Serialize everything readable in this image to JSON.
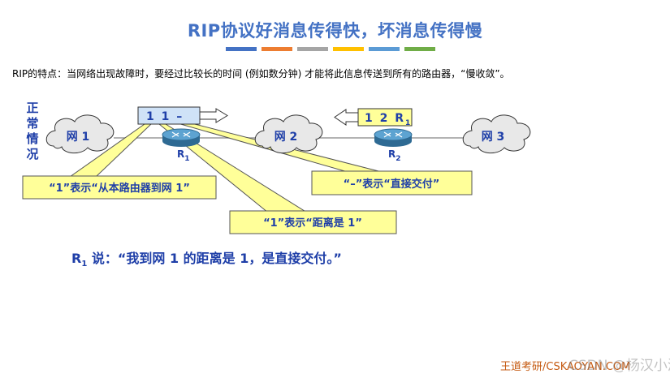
{
  "title": "RIP协议好消息传得快，坏消息传得慢",
  "title_bar_colors": [
    "#4472C4",
    "#ED7D31",
    "#A5A5A5",
    "#FFC000",
    "#5B9BD5",
    "#70AD47"
  ],
  "intro_text": "RIP的特点：当网络出现故障时，要经过比较长的时间 (例如数分钟) 才能将此信息传送到所有的路由器，“慢收敛”。",
  "side_label": [
    "正",
    "常",
    "情",
    "况"
  ],
  "networks": [
    {
      "label": "网 1"
    },
    {
      "label": "网 2"
    },
    {
      "label": "网 3"
    }
  ],
  "routers": [
    {
      "name": "R",
      "sub": "1"
    },
    {
      "name": "R",
      "sub": "2"
    }
  ],
  "r1_message": "1 1 –",
  "r2_message": {
    "text": "1 2 R",
    "sub": "1"
  },
  "callouts": {
    "from_router": "“1”表示“从本路由器到网 1”",
    "direct": "“–”表示“直接交付”",
    "distance": "“1”表示“距离是 1”"
  },
  "conclusion": {
    "router": "R",
    "router_sub": "1",
    "text": " 说：“我到网 1 的距离是 1，是直接交付。”"
  },
  "footer": "王道考研/CSKAOYAN.COM",
  "watermark": "CSDN @杨汉小泽",
  "colors": {
    "title": "#4472C4",
    "dark_blue": "#1F3FA8",
    "callout_fill": "#FFFF99",
    "message_fill": "#CFE2F7",
    "router_fill": "#3F86B5",
    "footer": "#C55A11"
  }
}
